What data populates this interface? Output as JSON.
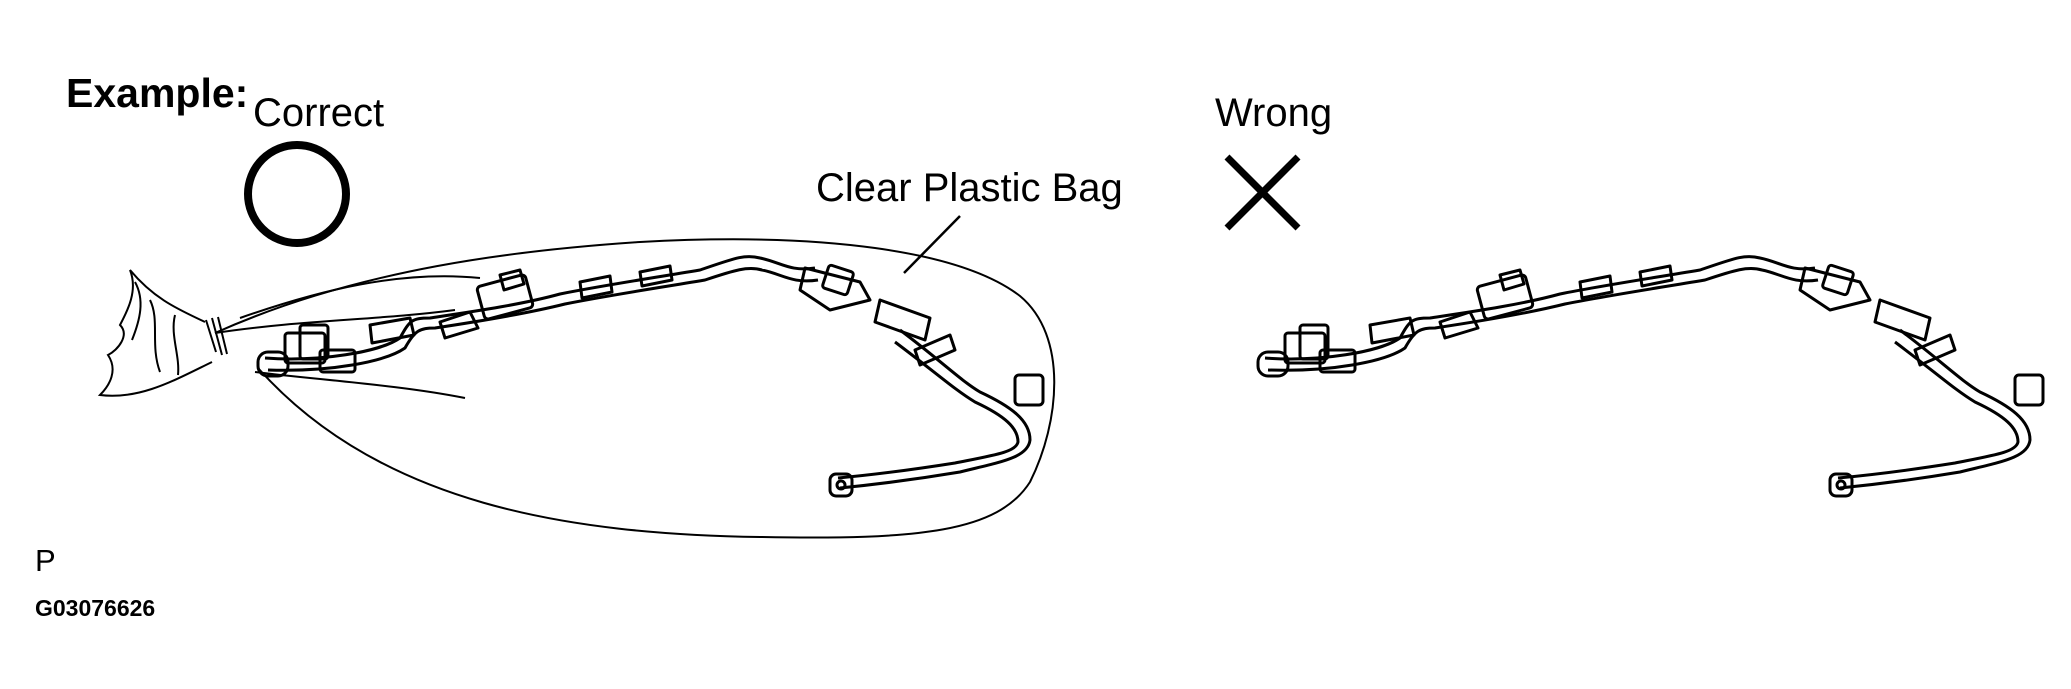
{
  "diagram": {
    "example_label": "Example:",
    "correct_label": "Correct",
    "wrong_label": "Wrong",
    "bag_label": "Clear Plastic Bag",
    "page_marker": "P",
    "figure_code": "G03076626",
    "correct_symbol": "circle-icon",
    "wrong_symbol": "x-mark-icon",
    "line_color": "#000000",
    "background": "#ffffff"
  }
}
